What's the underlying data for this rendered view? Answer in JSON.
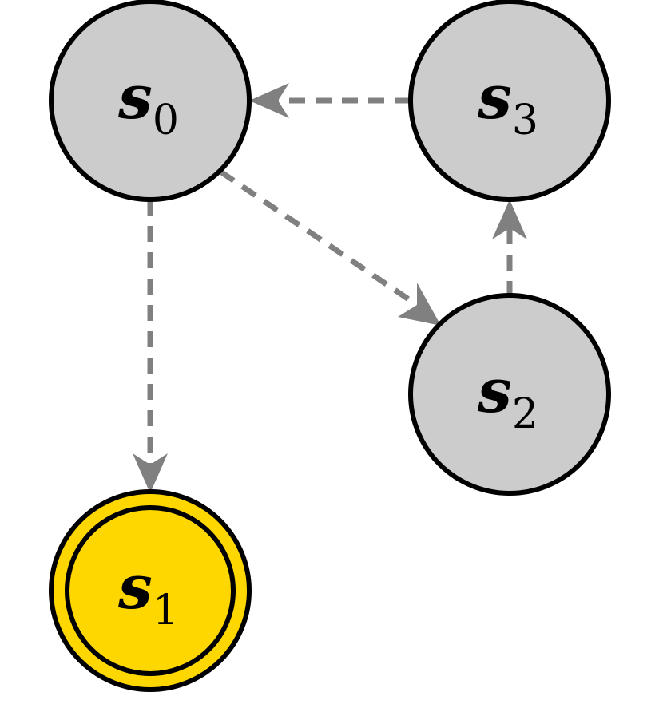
{
  "colors": {
    "state_fill": "#cccccc",
    "accept_fill": "#ffd700",
    "stroke": "#000000",
    "edge": "#808080"
  },
  "states": [
    {
      "id": "s0",
      "letter": "s",
      "subscript": "0",
      "accepting": false
    },
    {
      "id": "s1",
      "letter": "s",
      "subscript": "1",
      "accepting": true
    },
    {
      "id": "s2",
      "letter": "s",
      "subscript": "2",
      "accepting": false
    },
    {
      "id": "s3",
      "letter": "s",
      "subscript": "3",
      "accepting": false
    }
  ],
  "edges": [
    {
      "from": "s3",
      "to": "s0",
      "style": "dashed"
    },
    {
      "from": "s0",
      "to": "s2",
      "style": "dashed"
    },
    {
      "from": "s0",
      "to": "s1",
      "style": "dashed"
    },
    {
      "from": "s2",
      "to": "s3",
      "style": "dashed"
    }
  ]
}
